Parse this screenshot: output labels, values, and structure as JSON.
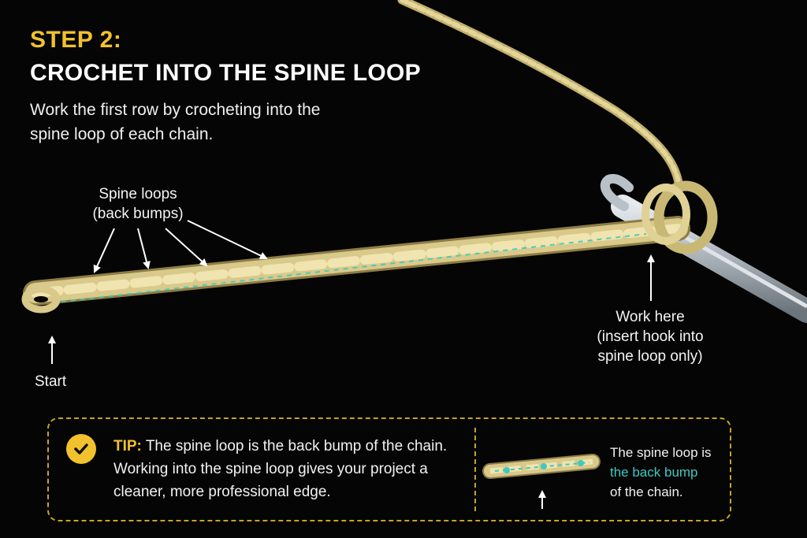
{
  "header": {
    "step": "STEP 2:",
    "title": "CROCHET INTO THE SPINE LOOP",
    "intro": "Work the first row by crocheting into the spine loop of each chain."
  },
  "callouts": {
    "spine_loops": [
      "Spine loops",
      "(back bumps)"
    ],
    "work_here": [
      "Work here",
      "(insert hook into",
      "spine loop only)"
    ],
    "start": "Start"
  },
  "tip": {
    "label": "TIP:",
    "text_first": " The spine loop is the back bump of the chain.",
    "text_rest": "Working into the spine loop gives your project a cleaner, more professional edge.",
    "mini_caption": {
      "before": "The spine loop is",
      "highlight": "the back bump",
      "after": "of the chain."
    }
  },
  "colors": {
    "accent": "#f2c12e",
    "highlight": "#3ec9c0",
    "yarn": "#d9c98a",
    "background": "#050505"
  },
  "icons": [
    "check-icon",
    "arrow-up-icon",
    "crochet-hook-icon"
  ]
}
